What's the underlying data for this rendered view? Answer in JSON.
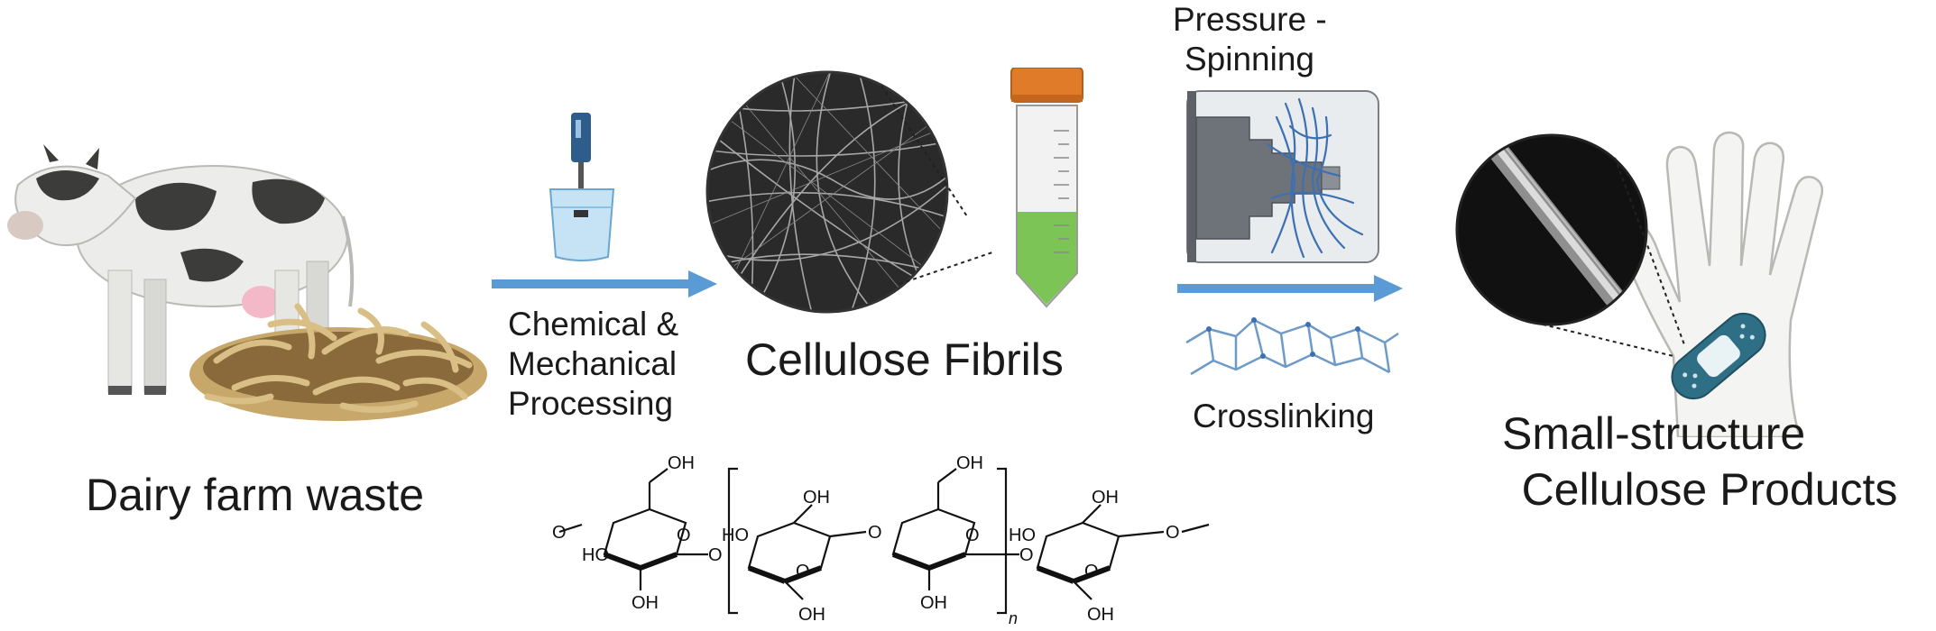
{
  "stages": {
    "source": {
      "label": "Dairy farm waste"
    },
    "processing": {
      "label_lines": [
        "Chemical &",
        "Mechanical",
        "Processing"
      ]
    },
    "fibrils": {
      "label": "Cellulose Fibrils"
    },
    "spinning": {
      "label_lines": [
        "Pressure -",
        "Spinning"
      ]
    },
    "crosslinking": {
      "label": "Crosslinking"
    },
    "products": {
      "label_lines": [
        "Small-structure",
        "Cellulose Products"
      ]
    }
  },
  "structure": {
    "oh": "OH",
    "ho": "HO",
    "o": "O",
    "repeat": "n"
  },
  "colors": {
    "arrow": "#5b9bd5",
    "tube_cap": "#e07b2a",
    "tube_liquid": "#7cc456",
    "bandage": "#2f6f86",
    "fiber": "#3d6fb3"
  }
}
